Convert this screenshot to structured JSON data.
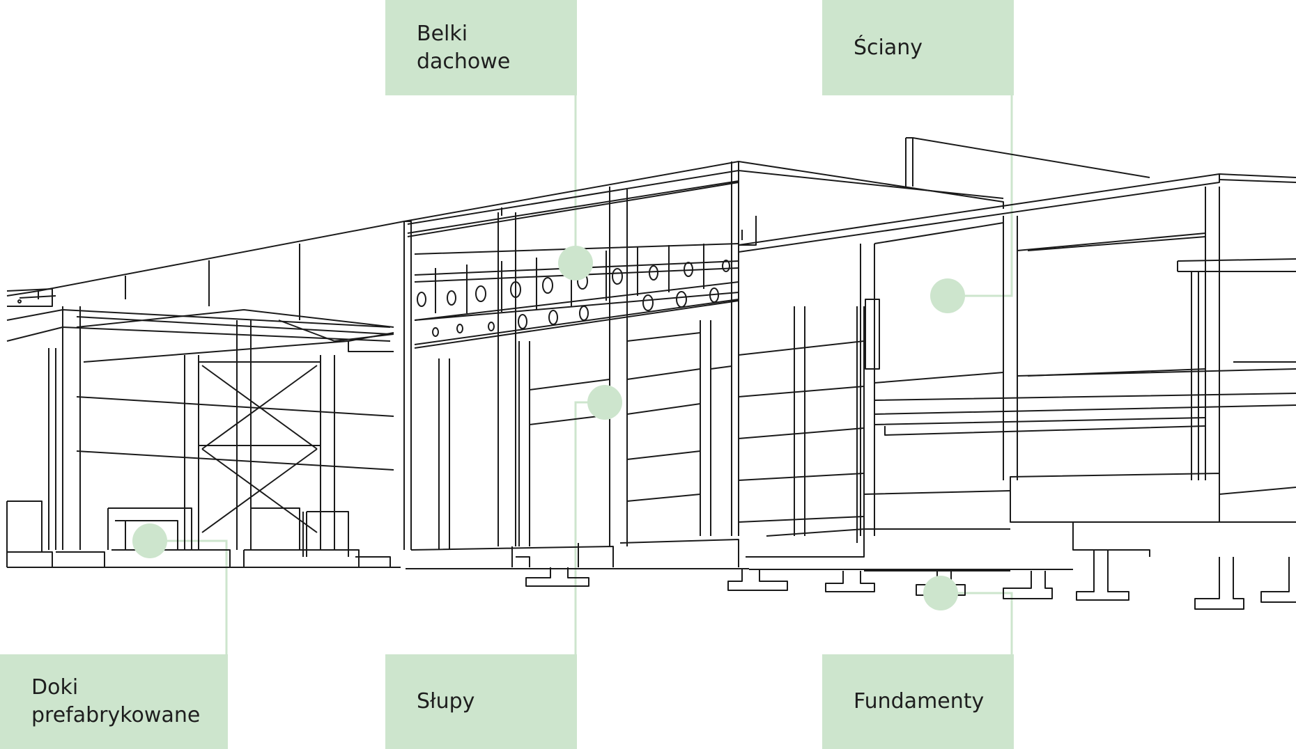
{
  "labels": {
    "roof_beams": "Belki\ndachowe",
    "walls": "Ściany",
    "prefab_docks": "Doki\nprefabrykowane",
    "columns": "Słupy",
    "foundations": "Fundamenty"
  },
  "colors": {
    "label_background": "#cde5cd",
    "leader_line": "#cde5cd",
    "marker": "#cde5cd",
    "structure_line": "#1a1a1a",
    "text": "#1e1e1e"
  }
}
